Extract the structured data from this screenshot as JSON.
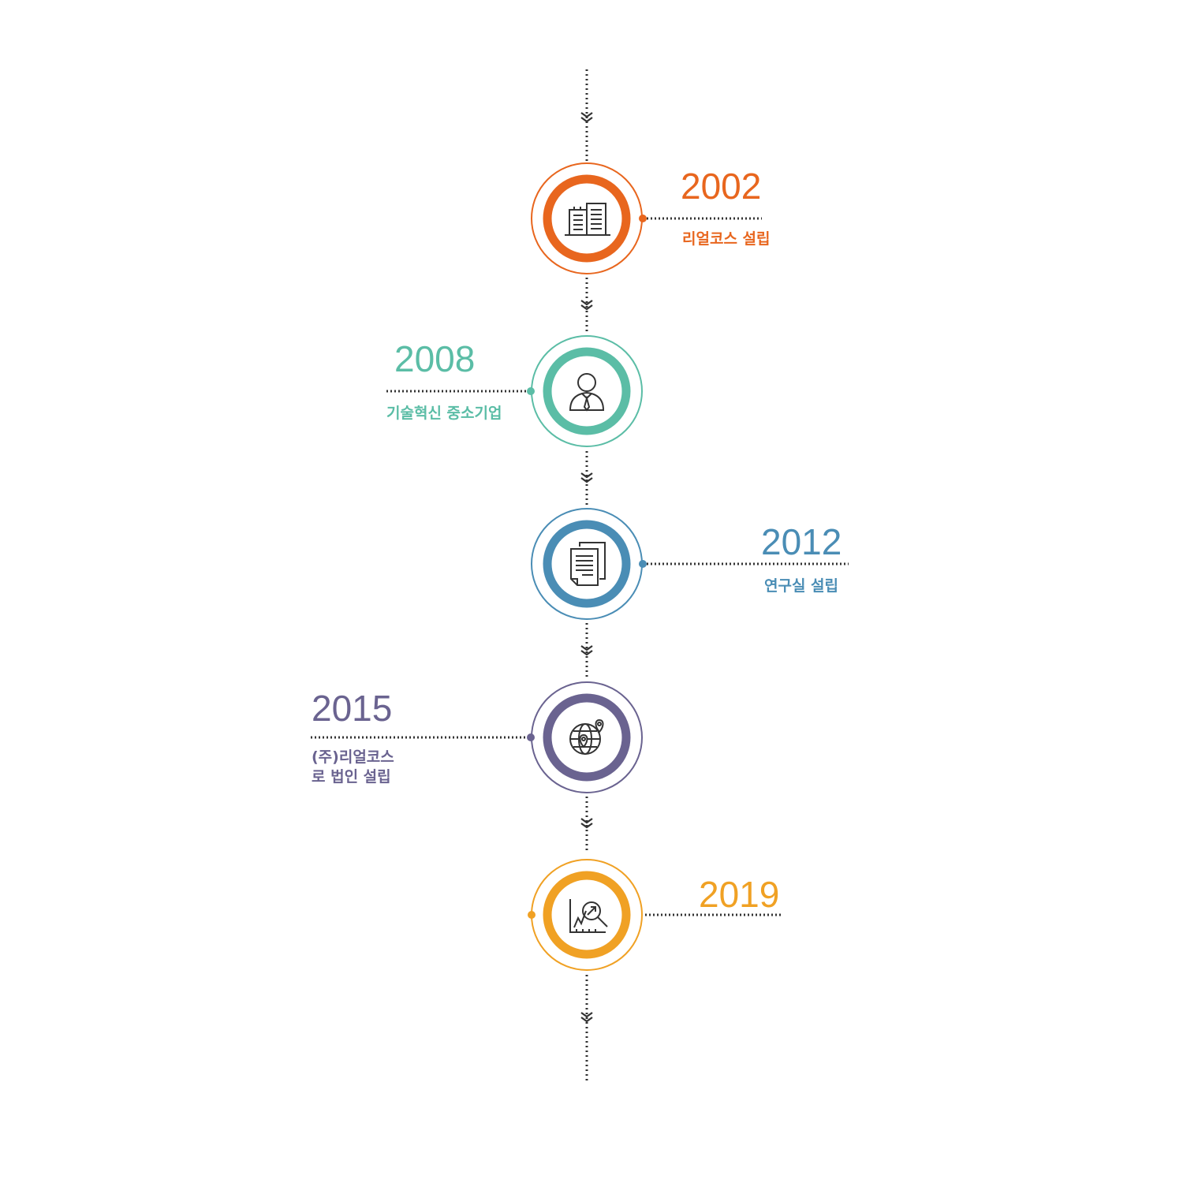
{
  "colors": {
    "line": "#333333",
    "orange": "#e8661e",
    "teal": "#5bbda6",
    "blue": "#4a8db5",
    "purple": "#6a6390",
    "amber": "#f0a124"
  },
  "milestones": [
    {
      "year": "2002",
      "desc_lines": [
        "리얼코스 설립"
      ],
      "color": "#e8661e",
      "icon": "building-icon",
      "side": "right"
    },
    {
      "year": "2008",
      "desc_lines": [
        "기술혁신 중소기업"
      ],
      "color": "#5bbda6",
      "icon": "person-icon",
      "side": "left"
    },
    {
      "year": "2012",
      "desc_lines": [
        "연구실 설립"
      ],
      "color": "#4a8db5",
      "icon": "documents-icon",
      "side": "right"
    },
    {
      "year": "2015",
      "desc_lines": [
        "(주)리얼코스",
        "로 법인 설립"
      ],
      "color": "#6a6390",
      "icon": "globe-location-icon",
      "side": "left"
    },
    {
      "year": "2019",
      "desc_lines": [],
      "color": "#f0a124",
      "icon": "chart-search-icon",
      "side": "right"
    }
  ]
}
